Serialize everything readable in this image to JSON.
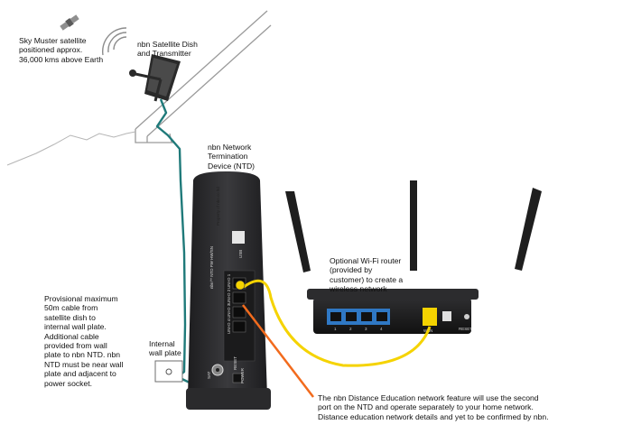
{
  "labels": {
    "satellite": "Sky Muster satellite\npositioned approx.\n36,000 kms above Earth",
    "dish": "nbn Satellite Dish\nand Transmitter",
    "ntd": "nbn Network\nTermination\nDevice (NTD)",
    "router": "Optional Wi-Fi router\n(provided by\ncustomer) to create a\nwireless network",
    "cable": "Provisional maximum\n50m cable from\nsatellite dish to\ninternal wall plate.\nAdditional cable\nprovided from wall\nplate to nbn NTD. nbn\nNTD must be near wall\nplate and adjacent to\npower socket.",
    "wall_plate": "Internal\nwall plate",
    "education": "The nbn Distance Education network feature will use the second\nport on the NTD and operate separately to your home network.\nDistance education network details and yet to be confirmed by nbn."
  },
  "ntd_device": {
    "usb": "USB",
    "sticker": "Property of\nnbn co ltd",
    "serial": "nbn™ NTD FW\nHW/SN",
    "uni_ports": [
      "UNI-D 1",
      "UNI-D 2",
      "UNI-D 3",
      "UNI-D 4"
    ],
    "reset": "RESET",
    "power": "POWER",
    "sat": "SAT"
  },
  "router_device": {
    "ports": [
      "1",
      "2",
      "3",
      "4"
    ],
    "wan": "WAN",
    "reset": "RESET"
  },
  "colors": {
    "cable_blue": "#1f7a7a",
    "ethernet_yellow": "#f5d300",
    "pointer_orange": "#f26b1d",
    "device_dark": "#2b2b2d",
    "lan_port_blue": "#2f78c4"
  }
}
